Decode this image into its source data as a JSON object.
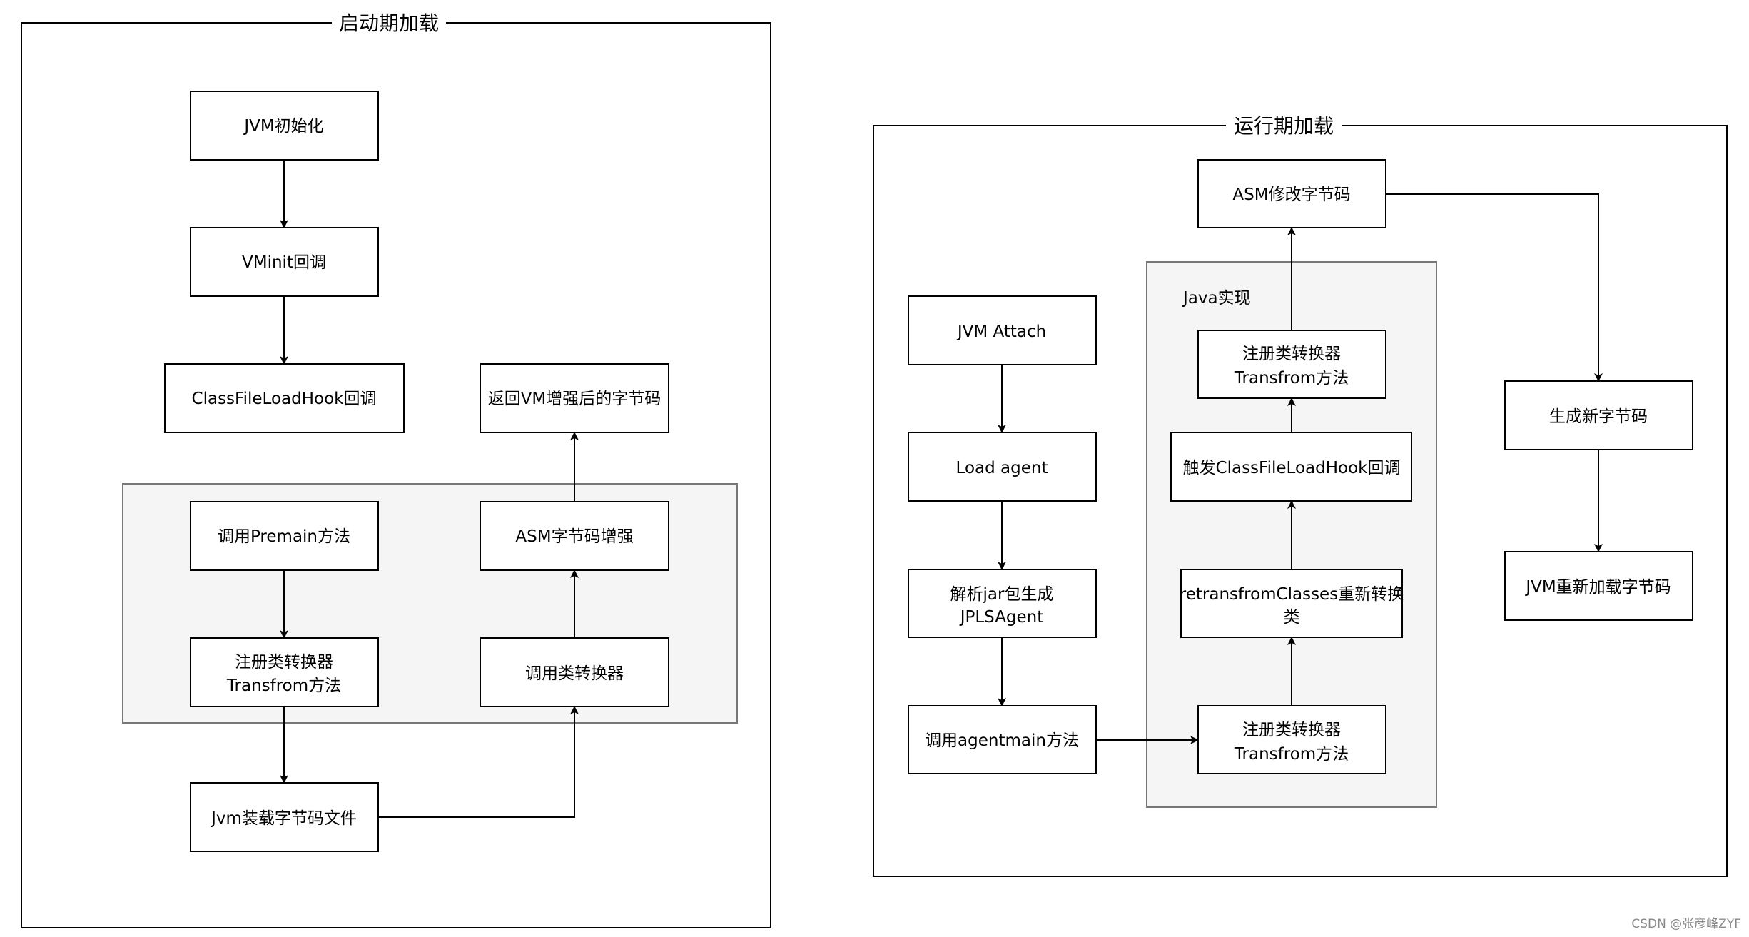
{
  "startup": {
    "title": "启动期加载",
    "nodes": {
      "jvm_init": "JVM初始化",
      "vminit_callback": "VMinit回调",
      "classfileloadhook_callback": "ClassFileLoadHook回调",
      "return_vm_enhanced": "返回VM增强后的字节码",
      "call_premain": "调用Premain方法",
      "asm_enhance": "ASM字节码增强",
      "register_transformer_1": "注册类转换器",
      "register_transformer_2": "Transfrom方法",
      "call_transformer": "调用类转换器",
      "jvm_load_bytecode": "Jvm装载字节码文件"
    }
  },
  "runtime": {
    "title": "运行期加载",
    "java_impl_label": "Java实现",
    "nodes": {
      "asm_modify": "ASM修改字节码",
      "jvm_attach": "JVM Attach",
      "register_transformer_top_1": "注册类转换器",
      "register_transformer_top_2": "Transfrom方法",
      "load_agent": "Load agent",
      "trigger_hook": "触发ClassFileLoadHook回调",
      "gen_new_bytecode": "生成新字节码",
      "parse_jar_1": "解析jar包生成",
      "parse_jar_2": "JPLSAgent",
      "retransform_1": "retransfromClasses重新转换",
      "retransform_2": "类",
      "jvm_reload": "JVM重新加载字节码",
      "call_agentmain": "调用agentmain方法",
      "register_transformer_bottom_1": "注册类转换器",
      "register_transformer_bottom_2": "Transfrom方法"
    }
  },
  "watermark": "CSDN @张彦峰ZYF"
}
